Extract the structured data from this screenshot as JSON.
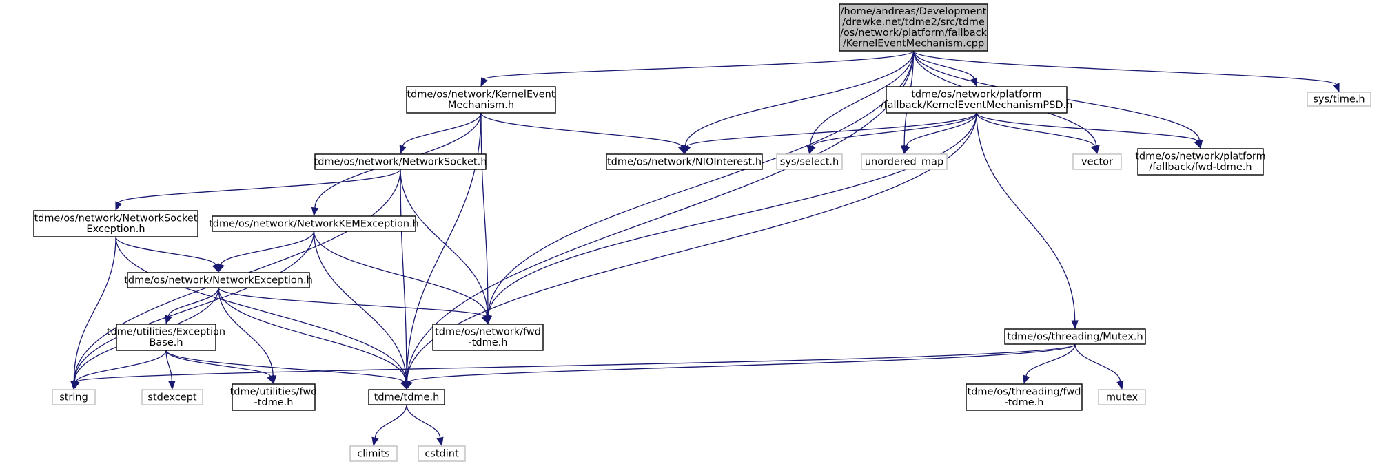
{
  "colors": {
    "edge": "#191970",
    "box_border": "#000000",
    "external_border": "#bfbfbf",
    "root_fill": "#bfbfbf",
    "node_fill": "#ffffff",
    "external_text": "#555555"
  },
  "nodes": [
    {
      "id": "root",
      "kind": "root",
      "lines": [
        "/home/andreas/Development",
        "/drewke.net/tdme2/src/tdme",
        "/os/network/platform/fallback",
        "/KernelEventMechanism.cpp"
      ]
    },
    {
      "id": "kem_h",
      "kind": "file",
      "lines": [
        "tdme/os/network/KernelEvent",
        "Mechanism.h"
      ]
    },
    {
      "id": "kempsd_h",
      "kind": "file",
      "lines": [
        "tdme/os/network/platform",
        "/fallback/KernelEventMechanismPSD.h"
      ]
    },
    {
      "id": "systime",
      "kind": "external",
      "lines": [
        "sys/time.h"
      ]
    },
    {
      "id": "netsock_h",
      "kind": "file",
      "lines": [
        "tdme/os/network/NetworkSocket.h"
      ]
    },
    {
      "id": "niointerest_h",
      "kind": "file",
      "lines": [
        "tdme/os/network/NIOInterest.h"
      ]
    },
    {
      "id": "sysselect",
      "kind": "external",
      "lines": [
        "sys/select.h"
      ]
    },
    {
      "id": "unordered_map",
      "kind": "external",
      "lines": [
        "unordered_map"
      ]
    },
    {
      "id": "vector",
      "kind": "external",
      "lines": [
        "vector"
      ]
    },
    {
      "id": "platform_fwd",
      "kind": "file",
      "lines": [
        "tdme/os/network/platform",
        "/fallback/fwd-tdme.h"
      ]
    },
    {
      "id": "netsockexc_h",
      "kind": "file",
      "lines": [
        "tdme/os/network/NetworkSocket",
        "Exception.h"
      ]
    },
    {
      "id": "netkemexc_h",
      "kind": "file",
      "lines": [
        "tdme/os/network/NetworkKEMException.h"
      ]
    },
    {
      "id": "netexc_h",
      "kind": "file",
      "lines": [
        "tdme/os/network/NetworkException.h"
      ]
    },
    {
      "id": "excbase_h",
      "kind": "file",
      "lines": [
        "tdme/utilities/Exception",
        "Base.h"
      ]
    },
    {
      "id": "network_fwd",
      "kind": "file",
      "lines": [
        "tdme/os/network/fwd",
        "-tdme.h"
      ]
    },
    {
      "id": "mutex_h",
      "kind": "file",
      "lines": [
        "tdme/os/threading/Mutex.h"
      ]
    },
    {
      "id": "string",
      "kind": "external",
      "lines": [
        "string"
      ]
    },
    {
      "id": "stdexcept",
      "kind": "external",
      "lines": [
        "stdexcept"
      ]
    },
    {
      "id": "utilities_fwd",
      "kind": "file",
      "lines": [
        "tdme/utilities/fwd",
        "-tdme.h"
      ]
    },
    {
      "id": "tdme_h",
      "kind": "file",
      "lines": [
        "tdme/tdme.h"
      ]
    },
    {
      "id": "threading_fwd",
      "kind": "file",
      "lines": [
        "tdme/os/threading/fwd",
        "-tdme.h"
      ]
    },
    {
      "id": "mutex",
      "kind": "external",
      "lines": [
        "mutex"
      ]
    },
    {
      "id": "climits",
      "kind": "external",
      "lines": [
        "climits"
      ]
    },
    {
      "id": "cstdint",
      "kind": "external",
      "lines": [
        "cstdint"
      ]
    }
  ],
  "edges": [
    [
      "root",
      "kem_h"
    ],
    [
      "root",
      "niointerest_h"
    ],
    [
      "root",
      "network_fwd"
    ],
    [
      "root",
      "kempsd_h"
    ],
    [
      "root",
      "sysselect"
    ],
    [
      "root",
      "unordered_map"
    ],
    [
      "root",
      "vector"
    ],
    [
      "root",
      "platform_fwd"
    ],
    [
      "root",
      "tdme_h"
    ],
    [
      "root",
      "systime"
    ],
    [
      "kem_h",
      "netsock_h"
    ],
    [
      "kem_h",
      "niointerest_h"
    ],
    [
      "kem_h",
      "netkemexc_h"
    ],
    [
      "kem_h",
      "network_fwd"
    ],
    [
      "kem_h",
      "tdme_h"
    ],
    [
      "kempsd_h",
      "niointerest_h"
    ],
    [
      "kempsd_h",
      "sysselect"
    ],
    [
      "kempsd_h",
      "unordered_map"
    ],
    [
      "kempsd_h",
      "vector"
    ],
    [
      "kempsd_h",
      "platform_fwd"
    ],
    [
      "kempsd_h",
      "network_fwd"
    ],
    [
      "kempsd_h",
      "tdme_h"
    ],
    [
      "kempsd_h",
      "mutex_h"
    ],
    [
      "netsock_h",
      "netsockexc_h"
    ],
    [
      "netsock_h",
      "string"
    ],
    [
      "netsock_h",
      "network_fwd"
    ],
    [
      "netsock_h",
      "tdme_h"
    ],
    [
      "netsockexc_h",
      "netexc_h"
    ],
    [
      "netsockexc_h",
      "string"
    ],
    [
      "netsockexc_h",
      "tdme_h"
    ],
    [
      "netkemexc_h",
      "netexc_h"
    ],
    [
      "netkemexc_h",
      "string"
    ],
    [
      "netkemexc_h",
      "network_fwd"
    ],
    [
      "netkemexc_h",
      "tdme_h"
    ],
    [
      "netexc_h",
      "excbase_h"
    ],
    [
      "netexc_h",
      "string"
    ],
    [
      "netexc_h",
      "network_fwd"
    ],
    [
      "netexc_h",
      "utilities_fwd"
    ],
    [
      "netexc_h",
      "tdme_h"
    ],
    [
      "excbase_h",
      "string"
    ],
    [
      "excbase_h",
      "stdexcept"
    ],
    [
      "excbase_h",
      "utilities_fwd"
    ],
    [
      "excbase_h",
      "tdme_h"
    ],
    [
      "mutex_h",
      "string"
    ],
    [
      "mutex_h",
      "tdme_h"
    ],
    [
      "mutex_h",
      "threading_fwd"
    ],
    [
      "mutex_h",
      "mutex"
    ],
    [
      "tdme_h",
      "climits"
    ],
    [
      "tdme_h",
      "cstdint"
    ]
  ]
}
